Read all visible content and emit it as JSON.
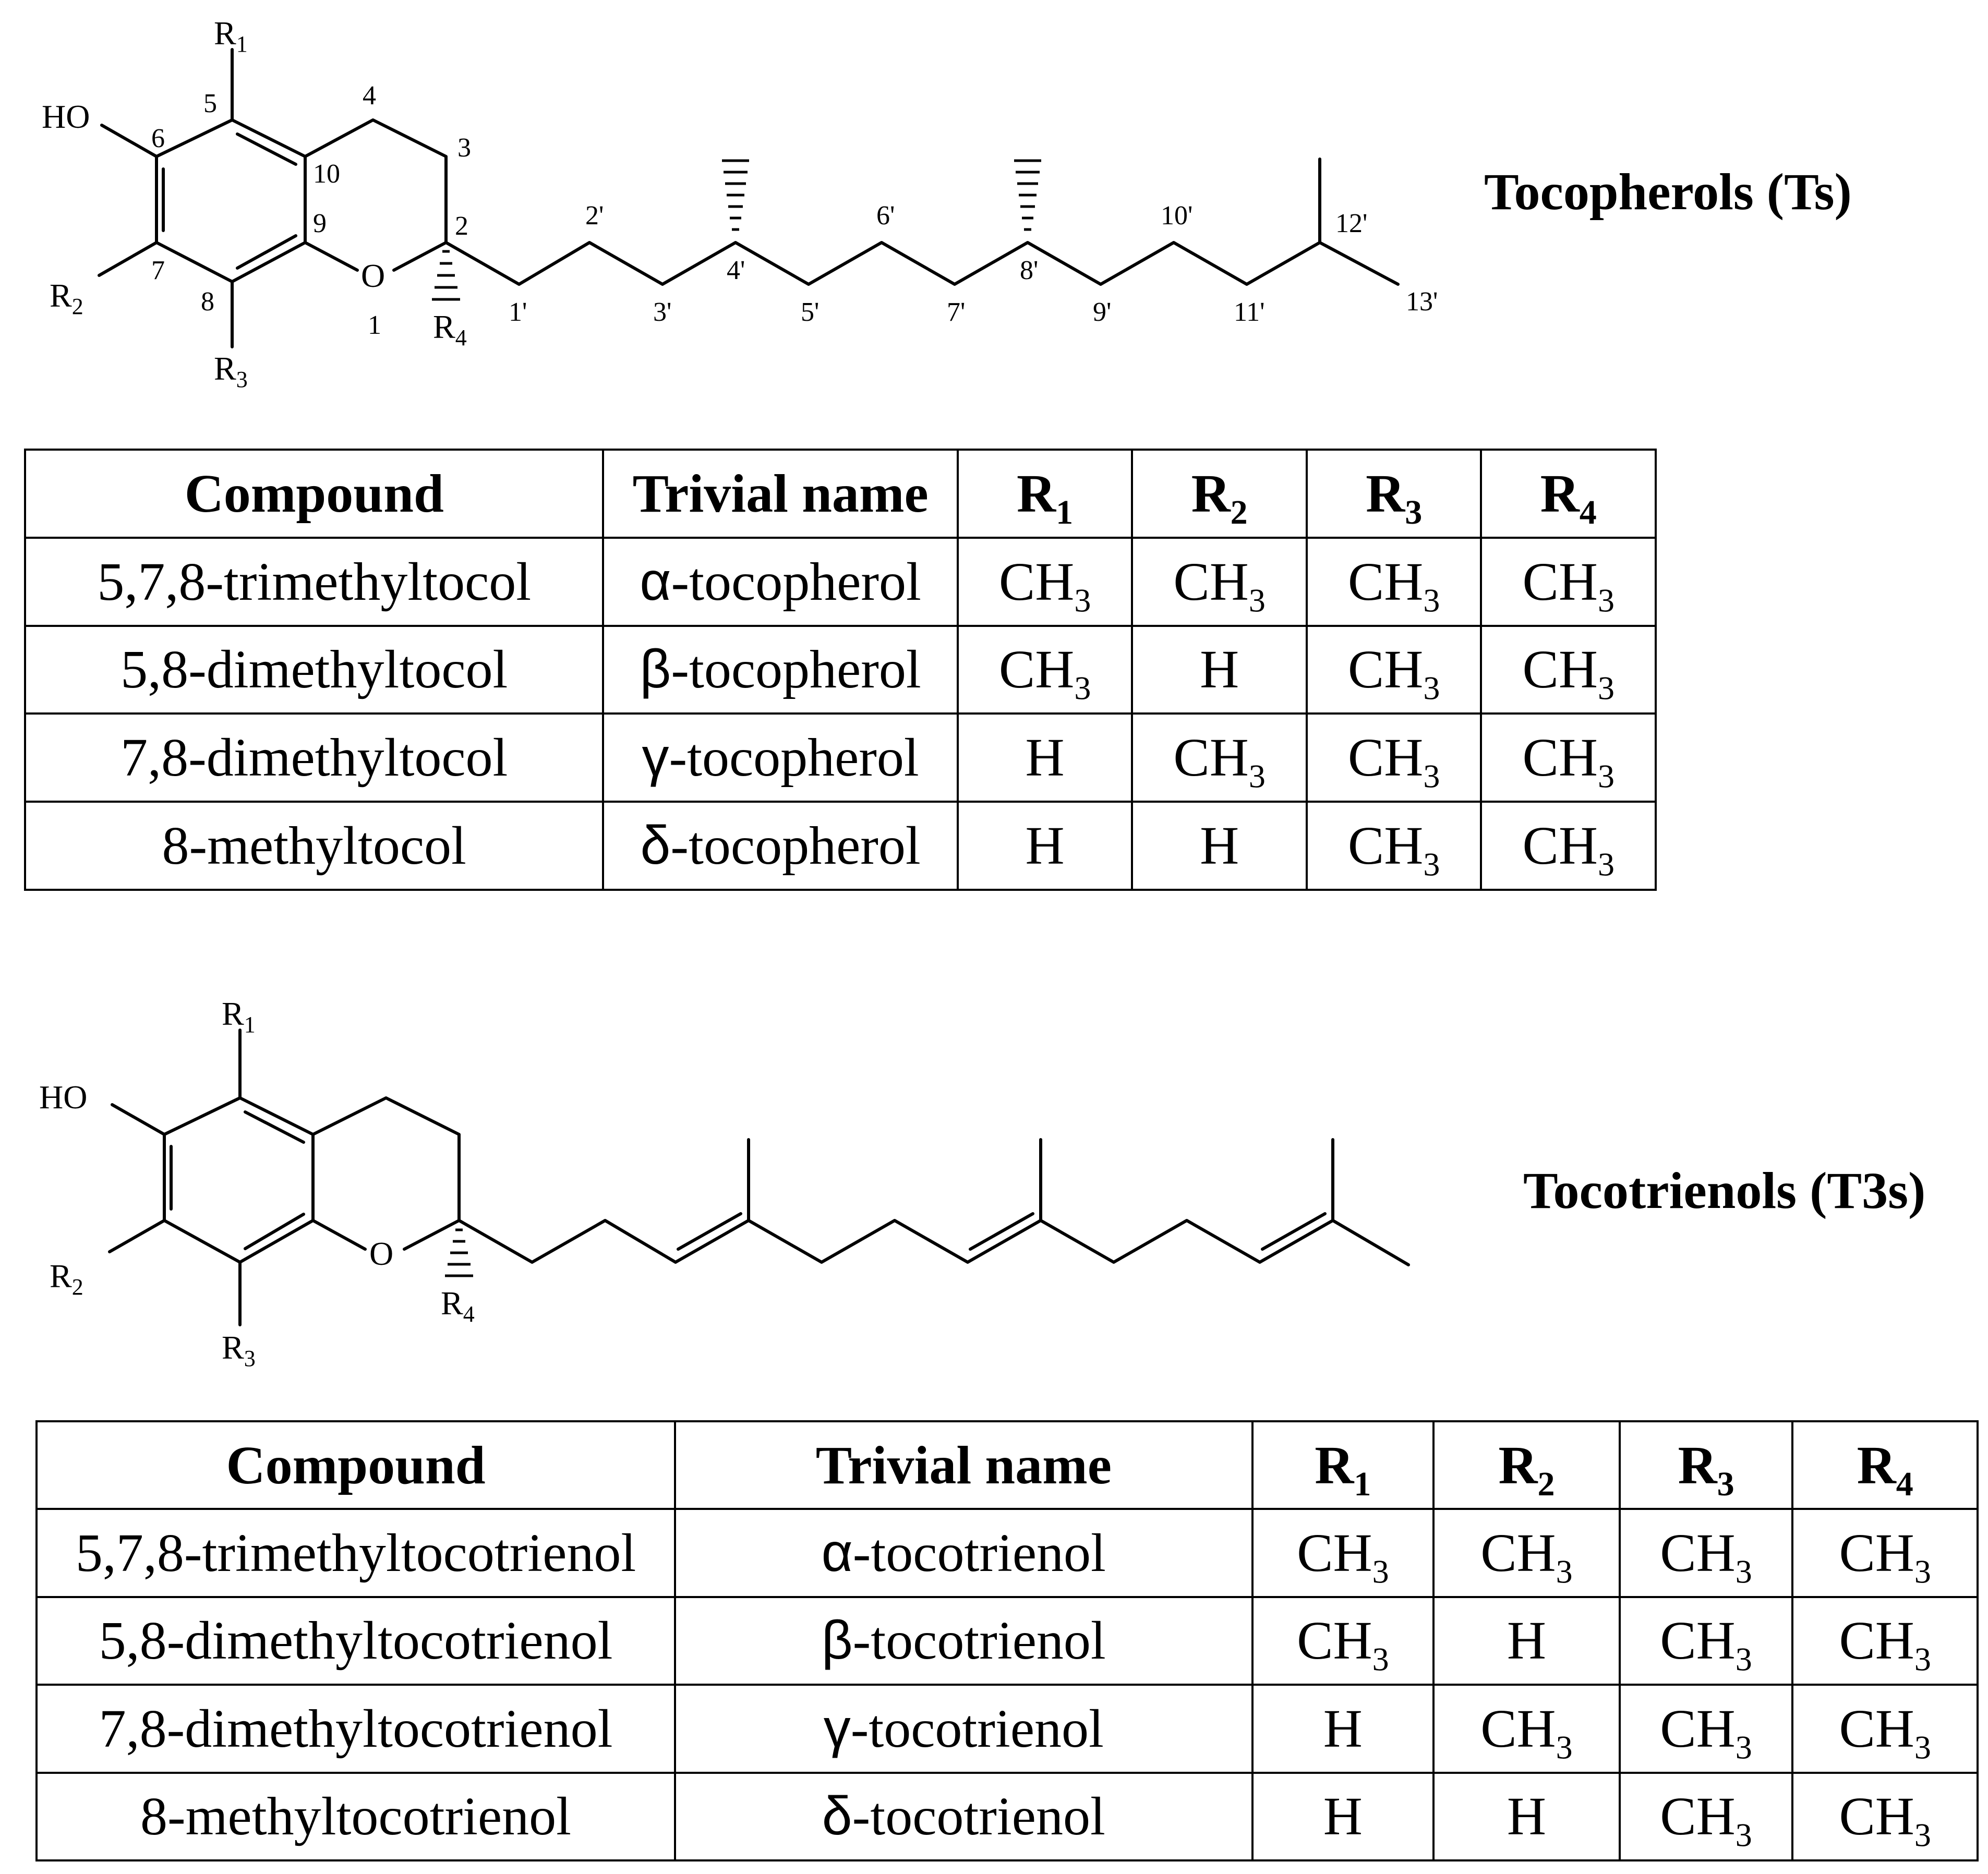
{
  "tocopherols": {
    "heading": "Tocopherols (Ts)",
    "structure_labels": {
      "ho": "HO",
      "o": "O",
      "r1": {
        "base": "R",
        "sub": "1"
      },
      "r2": {
        "base": "R",
        "sub": "2"
      },
      "r3": {
        "base": "R",
        "sub": "3"
      },
      "r4": {
        "base": "R",
        "sub": "4"
      }
    },
    "ring_numbers": [
      "1",
      "2",
      "3",
      "4",
      "5",
      "6",
      "7",
      "8",
      "9",
      "10"
    ],
    "chain_numbers": [
      "1'",
      "2'",
      "3'",
      "4'",
      "5'",
      "6'",
      "7'",
      "8'",
      "9'",
      "10'",
      "11'",
      "12'",
      "13'"
    ],
    "table": {
      "headers": {
        "compound": "Compound",
        "trivial": "Trivial name",
        "r": [
          {
            "base": "R",
            "sub": "1"
          },
          {
            "base": "R",
            "sub": "2"
          },
          {
            "base": "R",
            "sub": "3"
          },
          {
            "base": "R",
            "sub": "4"
          }
        ]
      },
      "rows": [
        {
          "compound": "5,7,8-trimethyltocol",
          "greek": "α",
          "name": "-tocopherol",
          "r": [
            {
              "base": "CH",
              "sub": "3"
            },
            {
              "base": "CH",
              "sub": "3"
            },
            {
              "base": "CH",
              "sub": "3"
            },
            {
              "base": "CH",
              "sub": "3"
            }
          ]
        },
        {
          "compound": "5,8-dimethyltocol",
          "greek": "β",
          "name": "-tocopherol",
          "r": [
            {
              "base": "CH",
              "sub": "3"
            },
            {
              "base": "H",
              "sub": ""
            },
            {
              "base": "CH",
              "sub": "3"
            },
            {
              "base": "CH",
              "sub": "3"
            }
          ]
        },
        {
          "compound": "7,8-dimethyltocol",
          "greek": "γ",
          "name": "-tocopherol",
          "r": [
            {
              "base": "H",
              "sub": ""
            },
            {
              "base": "CH",
              "sub": "3"
            },
            {
              "base": "CH",
              "sub": "3"
            },
            {
              "base": "CH",
              "sub": "3"
            }
          ]
        },
        {
          "compound": "8-methyltocol",
          "greek": "δ",
          "name": "-tocopherol",
          "r": [
            {
              "base": "H",
              "sub": ""
            },
            {
              "base": "H",
              "sub": ""
            },
            {
              "base": "CH",
              "sub": "3"
            },
            {
              "base": "CH",
              "sub": "3"
            }
          ]
        }
      ]
    }
  },
  "tocotrienols": {
    "heading": "Tocotrienols (T3s)",
    "structure_labels": {
      "ho": "HO",
      "o": "O",
      "r1": {
        "base": "R",
        "sub": "1"
      },
      "r2": {
        "base": "R",
        "sub": "2"
      },
      "r3": {
        "base": "R",
        "sub": "3"
      },
      "r4": {
        "base": "R",
        "sub": "4"
      }
    },
    "table": {
      "headers": {
        "compound": "Compound",
        "trivial": "Trivial name",
        "r": [
          {
            "base": "R",
            "sub": "1"
          },
          {
            "base": "R",
            "sub": "2"
          },
          {
            "base": "R",
            "sub": "3"
          },
          {
            "base": "R",
            "sub": "4"
          }
        ]
      },
      "rows": [
        {
          "compound": "5,7,8-trimethyltocotrienol",
          "greek": "α",
          "name": "-tocotrienol",
          "r": [
            {
              "base": "CH",
              "sub": "3"
            },
            {
              "base": "CH",
              "sub": "3"
            },
            {
              "base": "CH",
              "sub": "3"
            },
            {
              "base": "CH",
              "sub": "3"
            }
          ]
        },
        {
          "compound": "5,8-dimethyltocotrienol",
          "greek": "β",
          "name": "-tocotrienol",
          "r": [
            {
              "base": "CH",
              "sub": "3"
            },
            {
              "base": "H",
              "sub": ""
            },
            {
              "base": "CH",
              "sub": "3"
            },
            {
              "base": "CH",
              "sub": "3"
            }
          ]
        },
        {
          "compound": "7,8-dimethyltocotrienol",
          "greek": "γ",
          "name": "-tocotrienol",
          "r": [
            {
              "base": "H",
              "sub": ""
            },
            {
              "base": "CH",
              "sub": "3"
            },
            {
              "base": "CH",
              "sub": "3"
            },
            {
              "base": "CH",
              "sub": "3"
            }
          ]
        },
        {
          "compound": "8-methyltocotrienol",
          "greek": "δ",
          "name": "-tocotrienol",
          "r": [
            {
              "base": "H",
              "sub": ""
            },
            {
              "base": "H",
              "sub": ""
            },
            {
              "base": "CH",
              "sub": "3"
            },
            {
              "base": "CH",
              "sub": "3"
            }
          ]
        }
      ]
    }
  }
}
